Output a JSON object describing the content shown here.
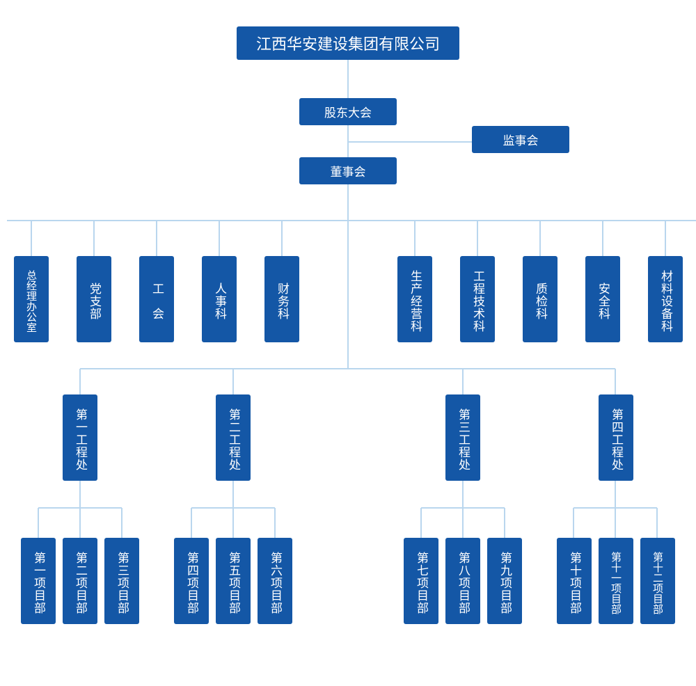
{
  "company": "江西华安建设集团有限公司",
  "shareholders_meeting": "股东大会",
  "supervisory_board": "监事会",
  "board_of_directors": "董事会",
  "departments": [
    "总经理办公室",
    "党支部",
    "工　会",
    "人事科",
    "财务科",
    "生产经营科",
    "工程技术科",
    "质检科",
    "安全科",
    "材料设备科"
  ],
  "engineering_offices": [
    {
      "name": "第一工程处",
      "projects": [
        "第一项目部",
        "第二项目部",
        "第三项目部"
      ]
    },
    {
      "name": "第二工程处",
      "projects": [
        "第四项目部",
        "第五项目部",
        "第六项目部"
      ]
    },
    {
      "name": "第三工程处",
      "projects": [
        "第七项目部",
        "第八项目部",
        "第九项目部"
      ]
    },
    {
      "name": "第四工程处",
      "projects": [
        "第十项目部",
        "第十一项目部",
        "第十二项目部"
      ]
    }
  ],
  "colors": {
    "box": "#1457a6",
    "line": "#b9d6ee",
    "text": "#ffffff"
  }
}
